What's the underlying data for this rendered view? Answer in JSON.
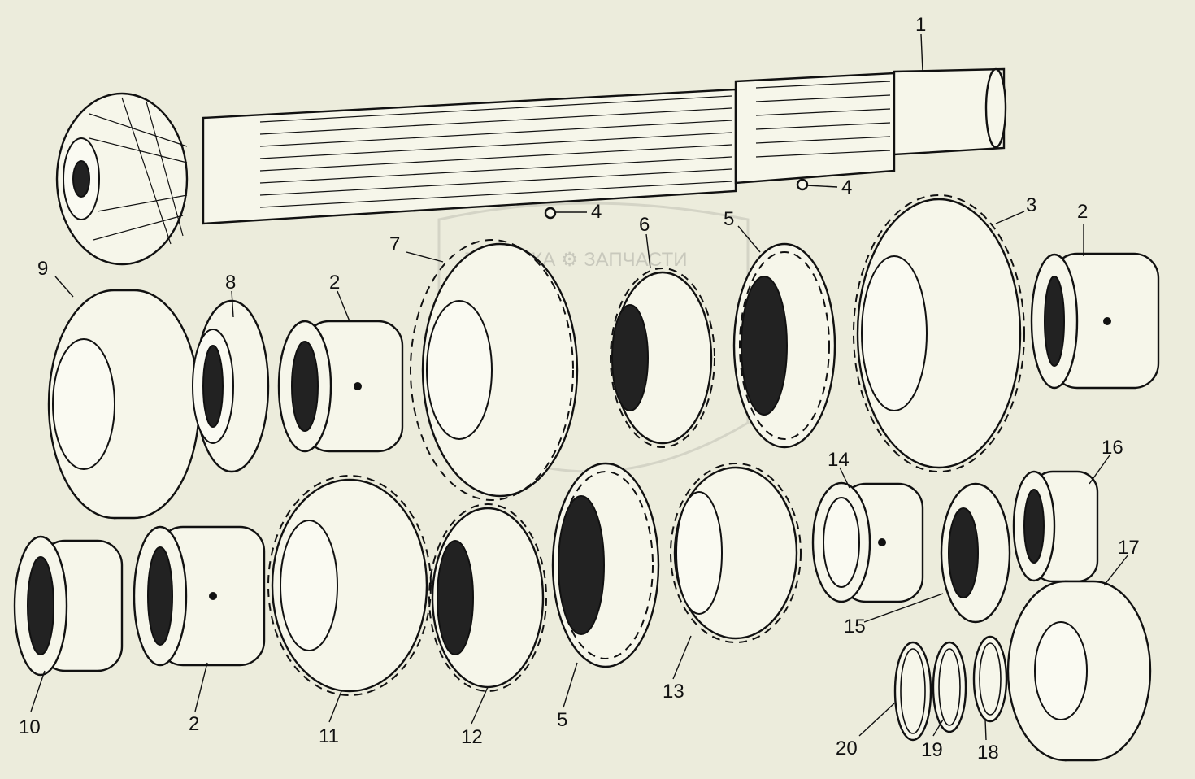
{
  "watermark": {
    "text": "ТЕХНИКА ⚙ ЗАПЧАСТИ"
  },
  "callouts": [
    "1",
    "4",
    "4",
    "5",
    "3",
    "2",
    "7",
    "6",
    "9",
    "8",
    "2",
    "2",
    "16",
    "14",
    "17",
    "10",
    "2",
    "11",
    "12",
    "5",
    "13",
    "15",
    "20",
    "19",
    "18"
  ]
}
